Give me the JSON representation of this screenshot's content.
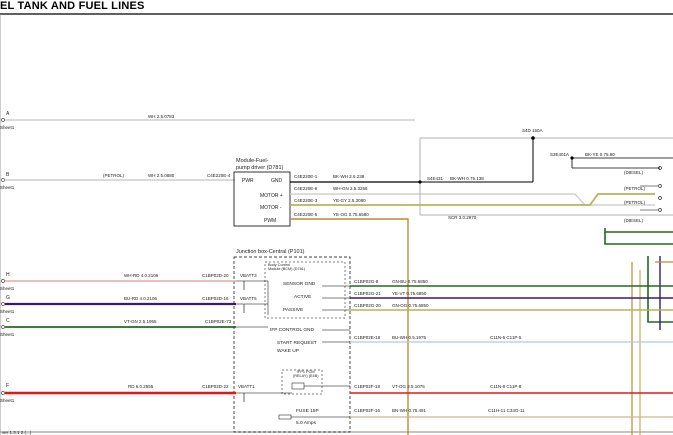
{
  "title": "EL TANK AND FUEL LINES",
  "connectors": [
    {
      "letter": "A",
      "sheet": "Sheet1",
      "wire": "WH 2.5.0783"
    },
    {
      "letter": "B",
      "sheet": "Sheet1",
      "label": "(PETROL)",
      "wire": "WH 2.5.0880"
    },
    {
      "letter": "H",
      "sheet": "Sheet1",
      "wire": "WH-RD 4.0.2106"
    },
    {
      "letter": "G",
      "sheet": "Sheet1",
      "wire": "BU-RD 4.0.2106"
    },
    {
      "letter": "C",
      "sheet": "Sheet1",
      "wire": "VT-GN 2.5.1955"
    },
    {
      "letter": "F",
      "sheet": "Sheet1",
      "wire": "RD 6.0.2555"
    }
  ],
  "module": {
    "title_line1": "Module-Fuel-",
    "title_line2": "pump driver (D781)",
    "pins": [
      "PWR",
      "GND",
      "MOTOR +",
      "MOTOR -",
      "PWM"
    ],
    "pin_pwr": "C4E220E-4",
    "outputs": [
      {
        "pin": "C4E220E-1",
        "wire": "BK-WH 2.5.238"
      },
      {
        "pin": "C4E220E-6",
        "wire": "WH-GN 2.5.3256"
      },
      {
        "pin": "C4E220E-3",
        "wire": "YE-GY 2.5.3080"
      },
      {
        "pin": "C4E220E-5",
        "wire": "YE-OG 0.75.6580"
      }
    ]
  },
  "junction_box": {
    "title": "Junction box-Central (P101)",
    "inputs": [
      {
        "label": "VBATT3",
        "pin": "C1BP02D-20"
      },
      {
        "label": "VBATT5",
        "pin": "C1BP02D-16"
      },
      {
        "label": "",
        "pin": "C1BP02E-73"
      },
      {
        "label": "VBATT1",
        "pin": "C1BP02D-22"
      }
    ],
    "inner": {
      "body_control_line1": "Body Control",
      "body_control_line2": "Module (BCM) (D781)",
      "sensor_gnd": "SENSOR GND",
      "active": "ACTIVE",
      "passive": "PASSIVE",
      "ifp_control_gnd": "IFP CONTROL GND",
      "start_request": "START REQUEST",
      "wake_up": "WAKE UP",
      "relay_line1": "IFP1 PCM",
      "relay_line2": "(RELAY) (E4B)",
      "fuse_name": "FUSE 15P",
      "fuse_rating": "5.0 Amps"
    },
    "outputs": [
      {
        "pin": "C1BP02G-8",
        "wire": "GN-BU 0.75.6850"
      },
      {
        "pin": "C1BP02G-21",
        "wire": "YE-VT 0.75.6850"
      },
      {
        "pin": "C1BP02G-20",
        "wire": "GN-OG 0.75.6850"
      },
      {
        "pin": "C1BP02E-18",
        "wire": "BU-WH 0.5.1975"
      },
      {
        "pin": "C1BP02F-18",
        "wire": "VT-OG 2.5.1075"
      },
      {
        "pin": "C1BP02F-16",
        "wire": "BN-WH 0.75.491"
      }
    ]
  },
  "splices": {
    "s1": "S4D 150A",
    "s2": "S4E431",
    "s2_wire": "BK-WH 0.75.138",
    "s3": "S3E401A",
    "s3_wire": "BK-YE 0.75.60"
  },
  "variants": {
    "diesel": "(DIESEL)",
    "petrol": "(PETROL)"
  },
  "scr_wire": "SCR 3.0.2970",
  "right_connectors": [
    "C11N-5 C11P-5",
    "C11N-8 C11P-8",
    "C11H-11 C34G-11"
  ],
  "footer": "ver 1.3.1 2 (...)",
  "colors": {
    "red": "#e01818",
    "purple": "#3a1a6a",
    "green": "#1f6b1f",
    "olive": "#b8b25a",
    "tan": "#c08a2a",
    "black": "#000000"
  }
}
